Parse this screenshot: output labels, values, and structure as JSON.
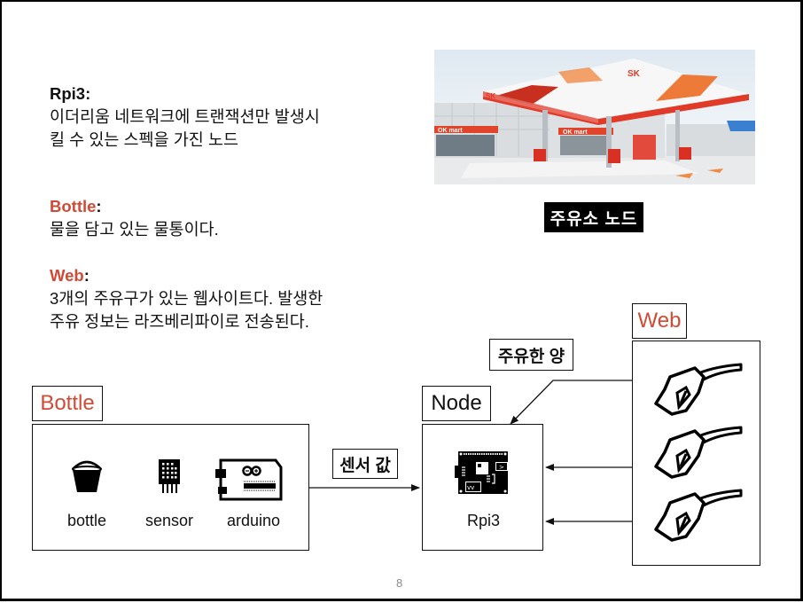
{
  "slide": {
    "page_number": "8"
  },
  "descriptions": {
    "rpi3": {
      "title": "Rpi3:",
      "lines": [
        "이더리움 네트워크에 트랜잭션만 발생시",
        "킬 수 있는 스펙을 가진 노드"
      ]
    },
    "bottle": {
      "title": "Bottle",
      "colon": ":",
      "lines": [
        "물을 담고 있는 물통이다."
      ]
    },
    "web": {
      "title": "Web",
      "colon": ":",
      "lines": [
        "3개의 주유구가 있는 웹사이트다. 발생한",
        "주유 정보는 라즈베리파이로 전송된다."
      ]
    }
  },
  "photo": {
    "subject": "gas-station-photo",
    "brand_text": "SK",
    "store_text": "OK mart",
    "caption": "주유소 노드"
  },
  "diagram": {
    "bottle_group": {
      "label": "Bottle",
      "items": [
        {
          "icon": "bucket-icon",
          "label": "bottle"
        },
        {
          "icon": "sensor-icon",
          "label": "sensor"
        },
        {
          "icon": "arduino-icon",
          "label": "arduino"
        }
      ]
    },
    "node_group": {
      "label": "Node",
      "items": [
        {
          "icon": "raspberry-pi-icon",
          "label": "Rpi3"
        }
      ]
    },
    "web_group": {
      "label": "Web",
      "items": [
        {
          "icon": "fuel-nozzle-icon"
        },
        {
          "icon": "fuel-nozzle-icon"
        },
        {
          "icon": "fuel-nozzle-icon"
        }
      ]
    },
    "edges": {
      "sensor_value": "센서 값",
      "fuel_amount": "주유한 양"
    }
  },
  "colors": {
    "accent_red": "#d24a35",
    "text": "#111111",
    "badge_bg": "#000000"
  }
}
